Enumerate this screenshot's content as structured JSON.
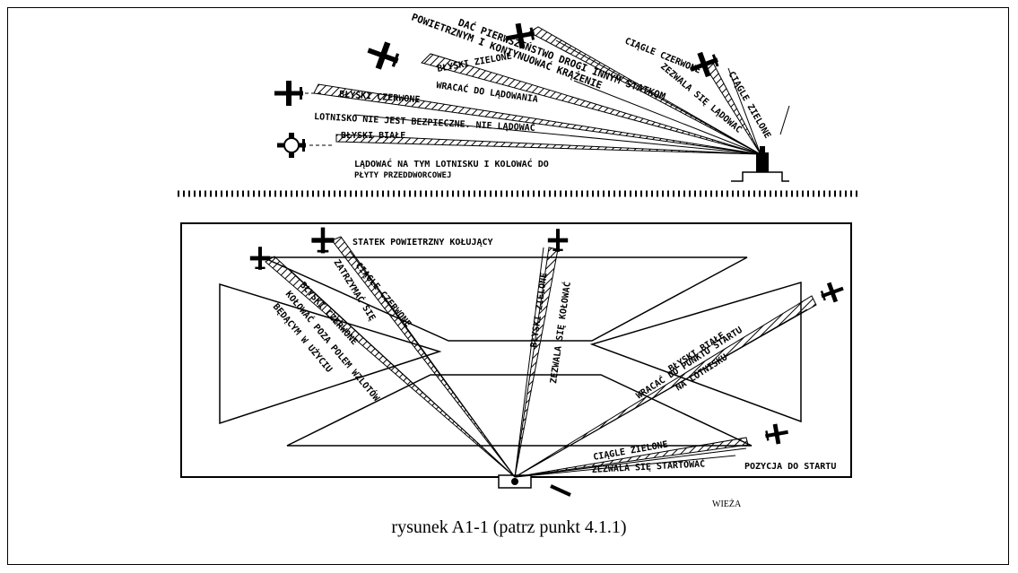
{
  "top_labels": {
    "priority": "DAĆ PIERWSZEŃSTWO DROGI INNYM STATKOM",
    "continue": "POWIETRZNYM I KONTYNUOWAĆ KRĄŻENIE",
    "steady_red": "CIĄGLE CZERWONE",
    "steady_green": "CIĄGLE ZIELONE",
    "cleared_land": "ZEZWALA SIĘ LĄDOWAĆ",
    "flash_green": "BŁYSKI ZIELONE",
    "return_land": "WRACAĆ DO LĄDOWANIA",
    "flash_red": "BŁYSKI CZERWONE",
    "unsafe": "LOTNISKO NIE JEST BEZPIECZNE. NIE LĄDOWAĆ",
    "flash_white": "BŁYSKI BIAŁE",
    "land_taxi_1": "LĄDOWAĆ NA TYM LOTNISKU I KOLOWAĆ DO",
    "land_taxi_2": "PŁYTY PRZEDDWORCOWEJ"
  },
  "bottom_labels": {
    "taxiing": "STATEK POWIETRZNY KOŁUJĄCY",
    "stop": "ZATRZYMAĆ SIĘ",
    "steady_red": "CIĄGLE CZERWONE",
    "flash_red": "BŁYSKI CZERWONE",
    "taxi_clear_1": "KOŁOWAĆ POZA POLEM WZLOTÓW",
    "taxi_clear_2": "BĘDĄCYM W UŻYCIU",
    "flash_green": "BŁYSKI ZIELONE",
    "cleared_taxi": "ZEZWALA SIĘ KOŁOWAĆ",
    "flash_white": "BŁYSKI BIAŁE",
    "return_start_1": "WRACAĆ DO PUNKTU STARTU",
    "return_start_2": "NA LOTNISKU",
    "steady_green": "CIĄGLE ZIELONE",
    "cleared_takeoff": "ZEZWALA SIĘ STARTOWAĆ",
    "takeoff_position": "POZYCJA DO STARTU"
  },
  "tower_label": "WIEŻA",
  "caption": "rysunek A1-1 (patrz punkt 4.1.1)"
}
